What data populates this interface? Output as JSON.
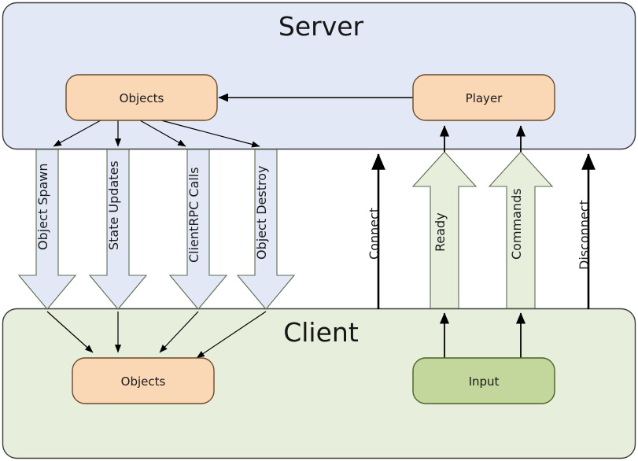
{
  "diagram": {
    "title_server": "Server",
    "title_client": "Client",
    "panels": [
      {
        "name": "server",
        "label": "Server",
        "fill": "#e2e8f5",
        "stroke": "#3c3c3c"
      },
      {
        "name": "client",
        "label": "Client",
        "fill": "#e8eedc",
        "stroke": "#3c3c3c"
      }
    ],
    "nodes": [
      {
        "name": "server-objects",
        "label": "Objects",
        "fill": "#fad7b5",
        "stroke": "#6b4a2b"
      },
      {
        "name": "server-player",
        "label": "Player",
        "fill": "#fad7b5",
        "stroke": "#6b4a2b"
      },
      {
        "name": "client-objects",
        "label": "Objects",
        "fill": "#fad7b5",
        "stroke": "#6b4a2b"
      },
      {
        "name": "client-input",
        "label": "Input",
        "fill": "#c3d69b",
        "stroke": "#4a6127"
      }
    ],
    "downstream_flows": [
      {
        "name": "object-spawn",
        "label": "Object Spawn",
        "fill": "#e2e8f5",
        "stroke": "#5c6b52"
      },
      {
        "name": "state-updates",
        "label": "State Updates",
        "fill": "#e2e8f5",
        "stroke": "#5c6b52"
      },
      {
        "name": "clientrpc-calls",
        "label": "ClientRPC Calls",
        "fill": "#e2e8f5",
        "stroke": "#5c6b52"
      },
      {
        "name": "object-destroy",
        "label": "Object Destroy",
        "fill": "#e2e8f5",
        "stroke": "#5c6b52"
      }
    ],
    "upstream_flows": [
      {
        "name": "connect",
        "label": "Connect",
        "style": "line",
        "stroke": "#000000"
      },
      {
        "name": "ready",
        "label": "Ready",
        "style": "block",
        "fill": "#e8eedc",
        "stroke": "#5c6b52"
      },
      {
        "name": "commands",
        "label": "Commands",
        "style": "block",
        "fill": "#e8eedc",
        "stroke": "#5c6b52"
      },
      {
        "name": "disconnect",
        "label": "Disconnect",
        "style": "line",
        "stroke": "#000000"
      }
    ],
    "connections": [
      {
        "name": "player-to-objects",
        "from": "server-player",
        "to": "server-objects"
      },
      {
        "name": "server-objects-to-client-objects-1",
        "from": "server-objects",
        "to": "client-objects"
      },
      {
        "name": "server-objects-to-client-objects-2",
        "from": "server-objects",
        "to": "client-objects"
      },
      {
        "name": "server-objects-to-client-objects-3",
        "from": "server-objects",
        "to": "client-objects"
      },
      {
        "name": "server-objects-to-client-objects-4",
        "from": "server-objects",
        "to": "client-objects"
      },
      {
        "name": "input-to-ready",
        "from": "client-input",
        "to": "ready"
      },
      {
        "name": "input-to-commands",
        "from": "client-input",
        "to": "commands"
      }
    ]
  }
}
